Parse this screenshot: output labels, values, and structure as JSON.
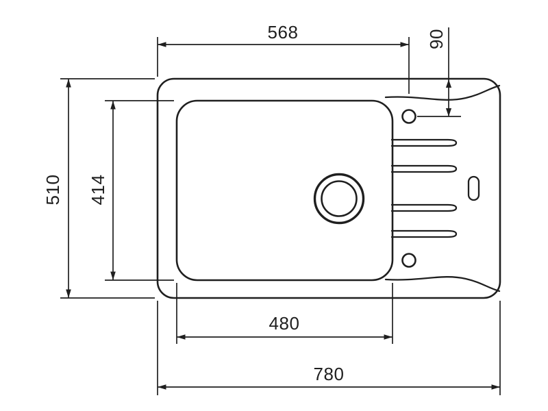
{
  "colors": {
    "line": "#1f1f1f",
    "background": "#ffffff"
  },
  "dimensions": {
    "left_edge_to_tap_hole": "568",
    "tap_hole_offset_from_top": "90",
    "overall_depth": "510",
    "bowl_depth": "414",
    "bowl_width": "480",
    "overall_width": "780"
  }
}
